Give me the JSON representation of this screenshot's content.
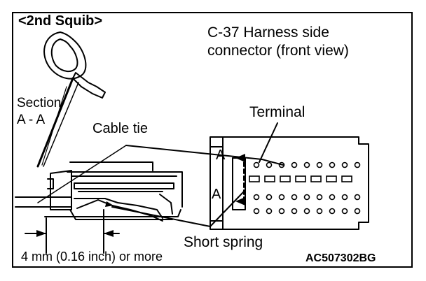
{
  "labels": {
    "squib": "<2nd Squib>",
    "connector_line1": "C-37 Harness side",
    "connector_line2": "connector (front view)",
    "section_line1": "Section",
    "section_line2": "A - A",
    "cable_tie": "Cable tie",
    "terminal": "Terminal",
    "short_spring": "Short spring",
    "measurement": "4 mm (0.16 inch) or more",
    "section_marker_top": "A",
    "section_marker_bottom": "A",
    "figure_code": "AC507302BG"
  }
}
